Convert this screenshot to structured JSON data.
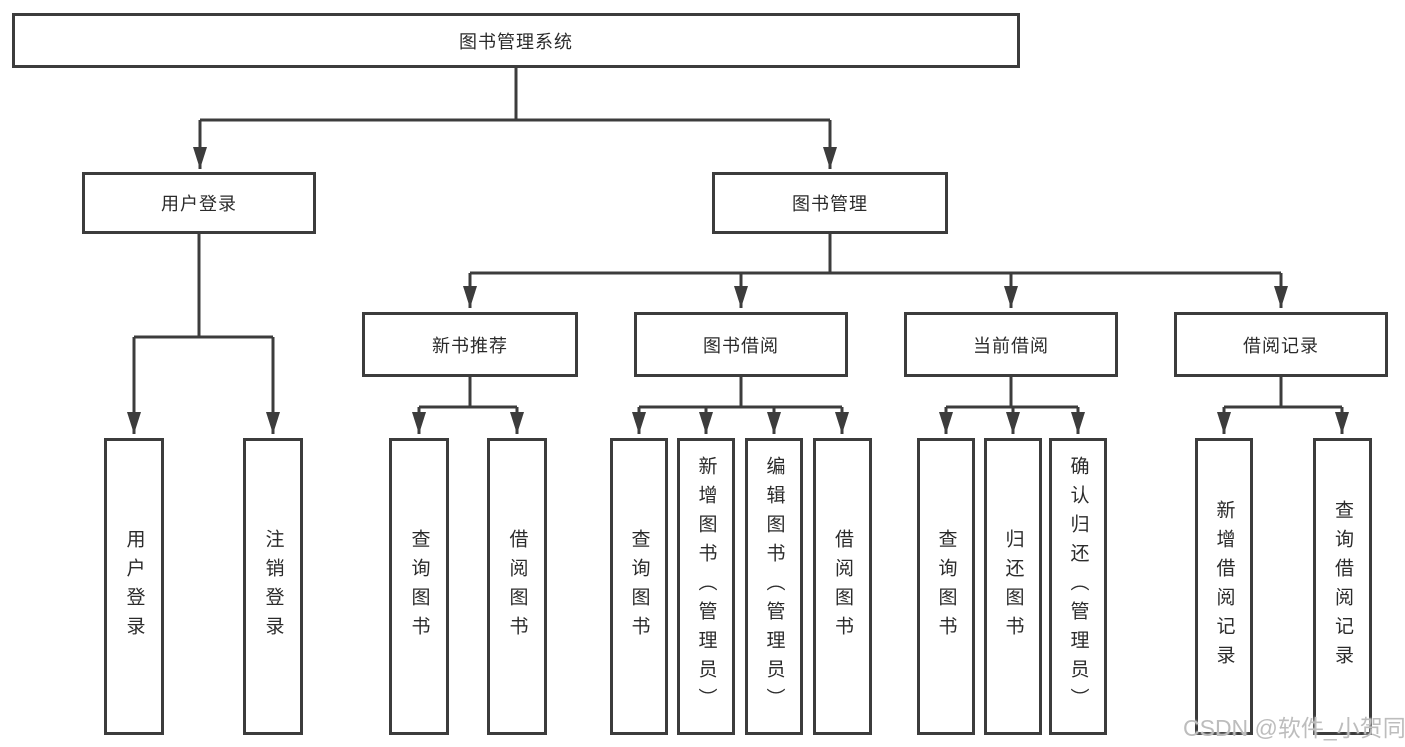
{
  "colors": {
    "line": "#3c3c3c",
    "border": "#3c3c3c",
    "text": "#2b2b2b",
    "watermark": "#bdbdbd",
    "background": "#ffffff"
  },
  "watermark": {
    "text": "CSDN @软件_小贺同学"
  },
  "tree": {
    "root": {
      "label": "图书管理系统",
      "children": [
        {
          "label": "用户登录",
          "children": [
            {
              "label": "用户登录"
            },
            {
              "label": "注销登录"
            }
          ]
        },
        {
          "label": "图书管理",
          "children": [
            {
              "label": "新书推荐",
              "children": [
                {
                  "label": "查询图书"
                },
                {
                  "label": "借阅图书"
                }
              ]
            },
            {
              "label": "图书借阅",
              "children": [
                {
                  "label": "查询图书"
                },
                {
                  "label": "新增图书（管理员）"
                },
                {
                  "label": "编辑图书（管理员）"
                },
                {
                  "label": "借阅图书"
                }
              ]
            },
            {
              "label": "当前借阅",
              "children": [
                {
                  "label": "查询图书"
                },
                {
                  "label": "归还图书"
                },
                {
                  "label": "确认归还（管理员）"
                }
              ]
            },
            {
              "label": "借阅记录",
              "children": [
                {
                  "label": "新增借阅记录"
                },
                {
                  "label": "查询借阅记录"
                }
              ]
            }
          ]
        }
      ]
    }
  }
}
